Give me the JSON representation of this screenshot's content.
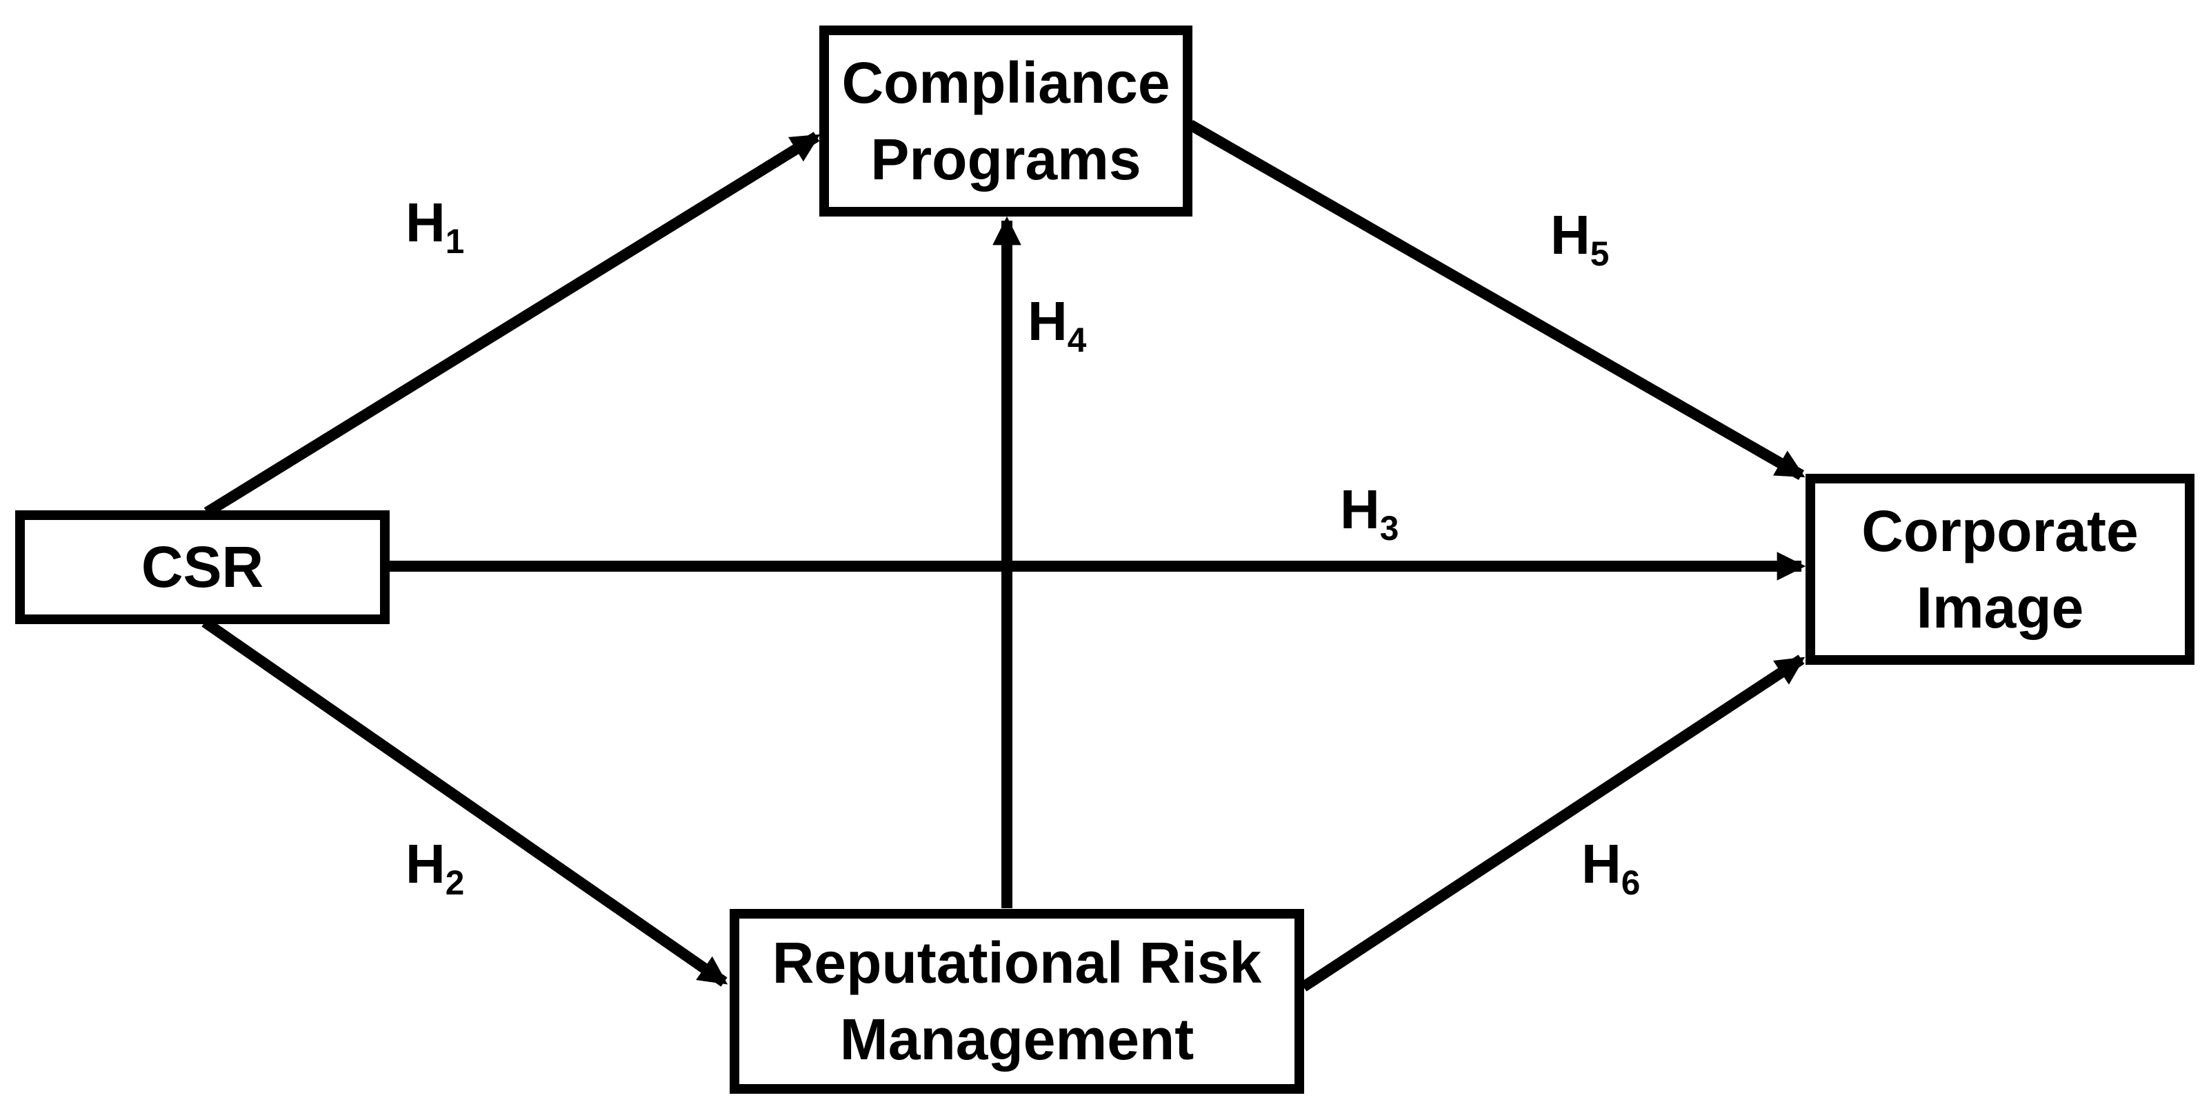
{
  "diagram": {
    "nodes": [
      {
        "id": "csr",
        "label": "CSR"
      },
      {
        "id": "compliance_programs",
        "label": "Compliance Programs"
      },
      {
        "id": "corporate_image",
        "label": "Corporate Image"
      },
      {
        "id": "reputational_risk_management",
        "label": "Reputational Risk Management"
      }
    ],
    "arrows": [
      {
        "id": "h1",
        "label": "H",
        "sub": "1",
        "from": "csr",
        "to": "compliance_programs"
      },
      {
        "id": "h2",
        "label": "H",
        "sub": "2",
        "from": "csr",
        "to": "reputational_risk_management"
      },
      {
        "id": "h3",
        "label": "H",
        "sub": "3",
        "from": "csr",
        "to": "corporate_image"
      },
      {
        "id": "h4",
        "label": "H",
        "sub": "4",
        "from": "reputational_risk_management",
        "to": "compliance_programs"
      },
      {
        "id": "h5",
        "label": "H",
        "sub": "5",
        "from": "compliance_programs",
        "to": "corporate_image"
      },
      {
        "id": "h6",
        "label": "H",
        "sub": "6",
        "from": "reputational_risk_management",
        "to": "corporate_image"
      }
    ],
    "colors": {
      "background": "#ffffff",
      "box_fill": "#ffffff",
      "box_border": "#000000",
      "line": "#000000",
      "text": "#000000"
    }
  }
}
